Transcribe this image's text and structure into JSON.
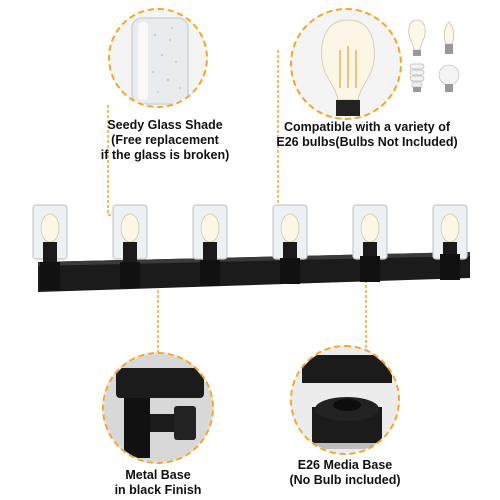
{
  "callouts": {
    "glass": {
      "lines": [
        "Seedy Glass Shade",
        "(Free replacement",
        "if the glass is broken)"
      ]
    },
    "bulb": {
      "lines": [
        "Compatible with a variety of",
        "E26 bulbs(Bulbs Not Included)"
      ]
    },
    "metal_base": {
      "lines": [
        "Metal Base",
        "in black Finish"
      ]
    },
    "media_base": {
      "lines": [
        "E26 Media Base",
        "(No Bulb included)"
      ]
    }
  },
  "colors": {
    "accent": "#f5a623",
    "fixture": "#1b1b1b"
  }
}
